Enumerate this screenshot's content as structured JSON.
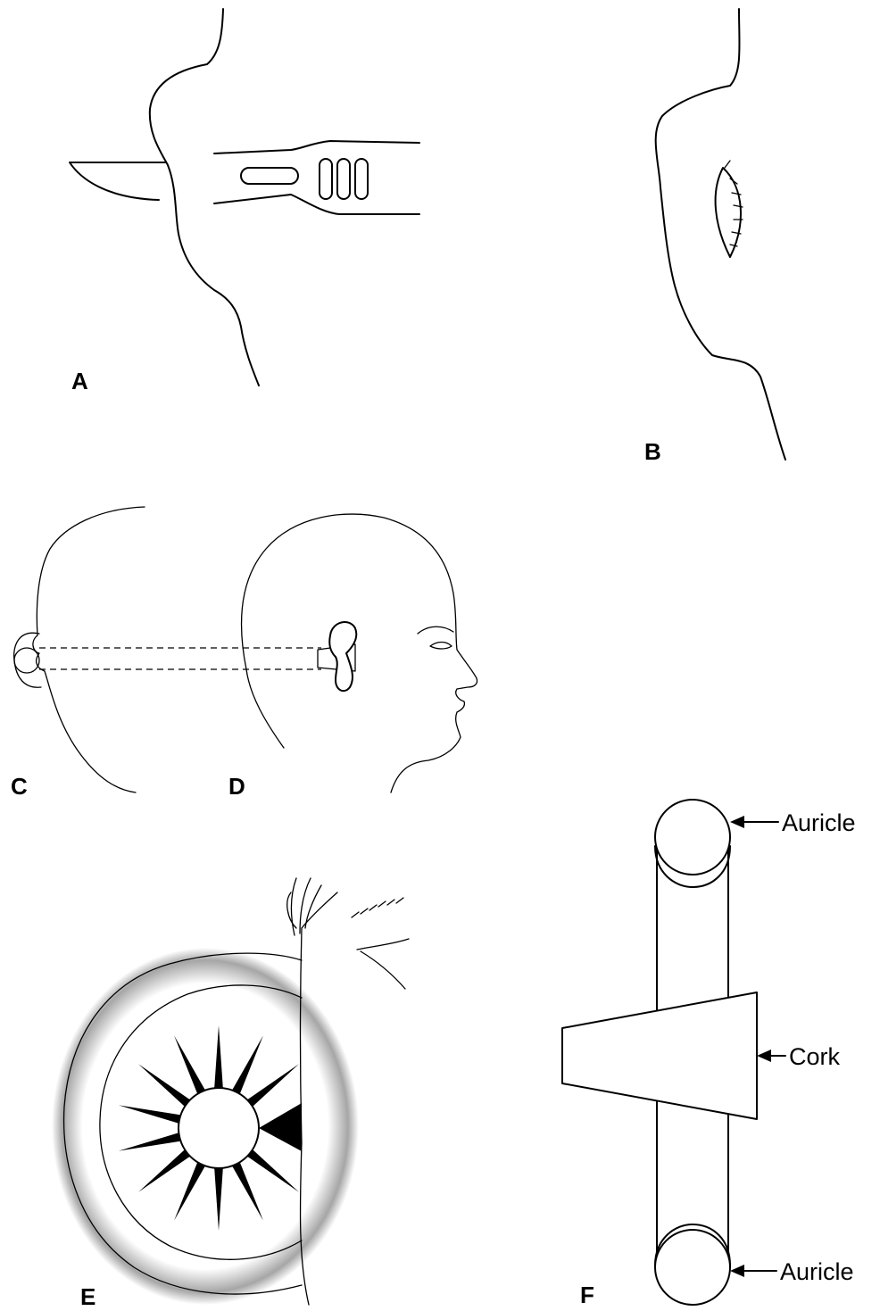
{
  "panels": {
    "a": "A",
    "b": "B",
    "c": "C",
    "d": "D",
    "e": "E",
    "f": "F"
  },
  "callouts": {
    "auricle_top": "Auricle",
    "cork": "Cork",
    "auricle_bottom": "Auricle"
  }
}
